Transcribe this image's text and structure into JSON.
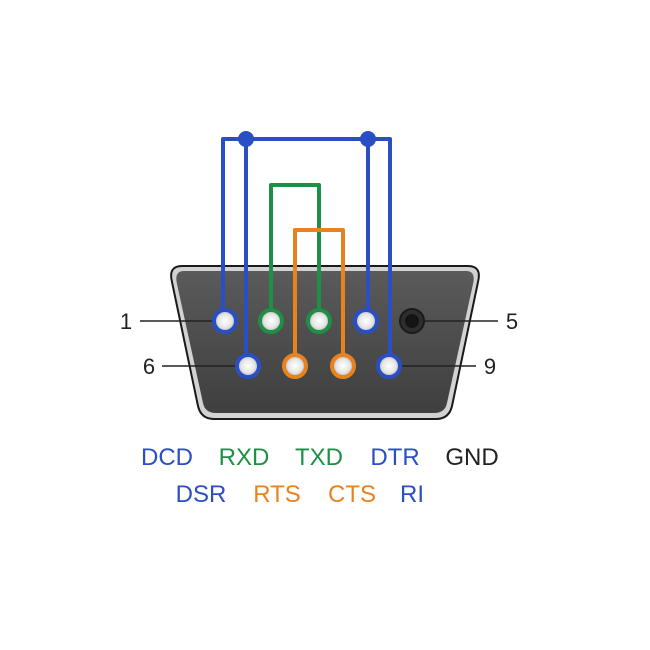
{
  "pins": {
    "p1": "1",
    "p5": "5",
    "p6": "6",
    "p9": "9"
  },
  "signals": {
    "row1": [
      "DCD",
      "RXD",
      "TXD",
      "DTR",
      "GND"
    ],
    "row2": [
      "DSR",
      "RTS",
      "CTS",
      "RI"
    ]
  },
  "colors": {
    "blue": "#2a4fc4",
    "green": "#1e8f44",
    "orange": "#e8821e",
    "gnd": "#222222",
    "shell": "#4b4b4b"
  }
}
